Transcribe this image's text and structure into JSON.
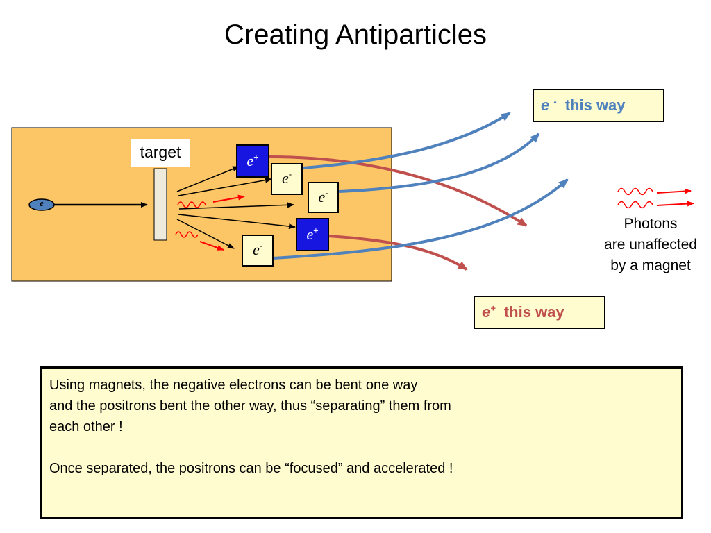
{
  "title": "Creating Antiparticles",
  "diagram": {
    "target_label": "target",
    "incoming_particle": "e",
    "particles": [
      {
        "symbol": "e",
        "charge": "+",
        "kind": "positron"
      },
      {
        "symbol": "e",
        "charge": "-",
        "kind": "electron"
      },
      {
        "symbol": "e",
        "charge": "-",
        "kind": "electron"
      },
      {
        "symbol": "e",
        "charge": "+",
        "kind": "positron"
      },
      {
        "symbol": "e",
        "charge": "-",
        "kind": "electron"
      }
    ],
    "electron_legend": {
      "symbol": "e",
      "charge": "-",
      "text": "this way"
    },
    "positron_legend": {
      "symbol": "e",
      "charge": "+",
      "text": "this way"
    },
    "photon_note": [
      "Photons",
      "are unaffected",
      "by a magnet"
    ]
  },
  "colors": {
    "chamber": "#fcc666",
    "electron_track": "#4f81bd",
    "positron_track": "#c0504d",
    "photon": "#ff0000",
    "positron_box": "#1616e0",
    "electron_box": "#fffdd0"
  },
  "explanation": {
    "line1": "Using magnets, the negative electrons can be bent one way",
    "line2": "and the positrons bent the other way, thus “separating” them from",
    "line3": "each other !",
    "line4": "Once separated, the positrons can be “focused” and accelerated !"
  }
}
